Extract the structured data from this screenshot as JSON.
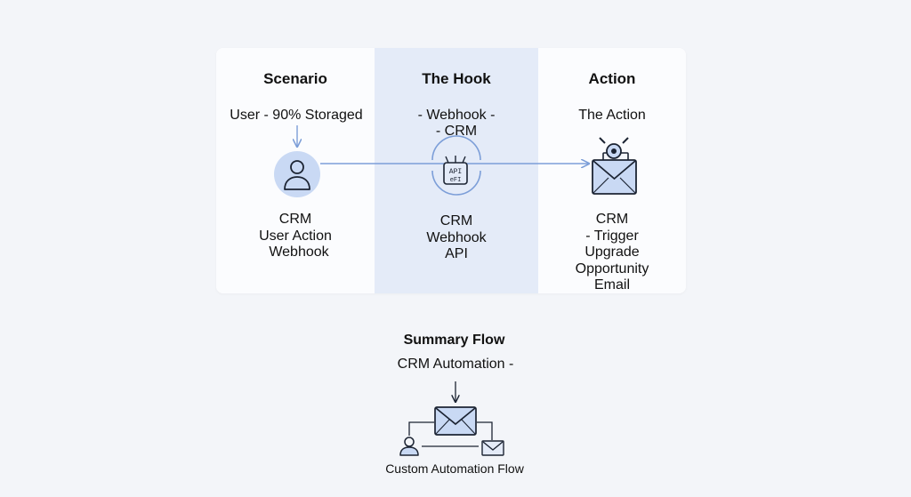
{
  "columns": [
    {
      "heading": "Scenario",
      "subtitle": "User - 90% Storaged",
      "body": [
        "CRM",
        "User Action",
        "Webhook"
      ],
      "icon": "user-icon"
    },
    {
      "heading": "The Hook",
      "subtitle_lines": [
        "- Webhook -",
        "- CRM"
      ],
      "icon_labels": [
        "API",
        "eFI"
      ],
      "body": [
        "CRM",
        "Webhook",
        "API"
      ],
      "icon": "api-chip-icon"
    },
    {
      "heading": "Action",
      "subtitle": "The Action",
      "body": [
        "CRM",
        "- Trigger",
        "Upgrade",
        "Opportunity",
        "Email"
      ],
      "icon": "envelope-gear-icon"
    }
  ],
  "summary": {
    "title": "Summary Flow",
    "subtitle": "CRM Automation -",
    "caption": "Custom Automation Flow"
  },
  "colors": {
    "background": "#f3f5f9",
    "panel": "#fbfcfe",
    "hook_column": "#e4ebf8",
    "accent": "#7c9ed8",
    "icon_fill": "#c9d9f4",
    "stroke": "#1c2433"
  }
}
